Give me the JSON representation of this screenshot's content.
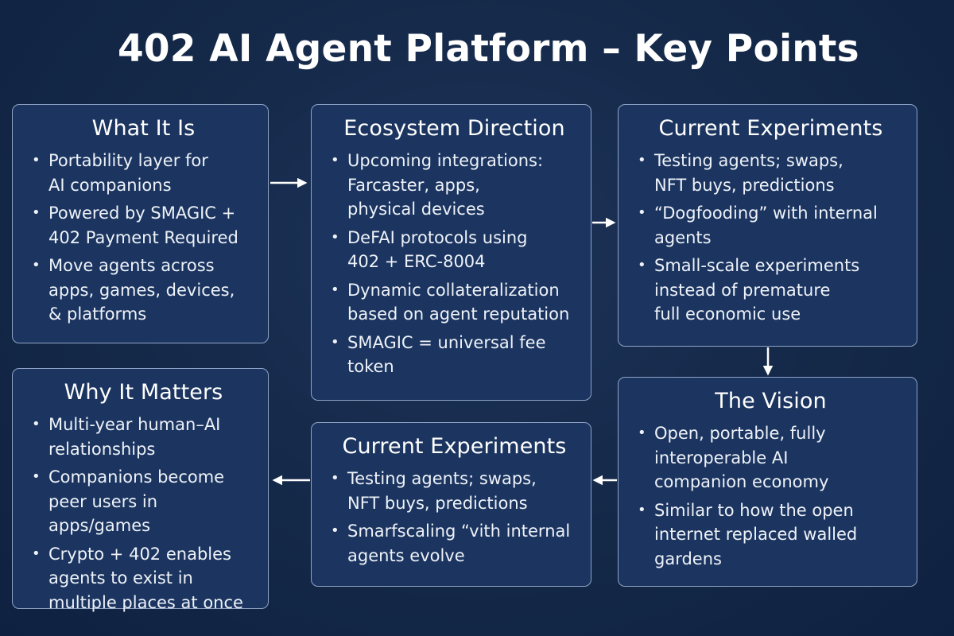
{
  "title": "402 AI Agent Platform – Key Points",
  "boxes": [
    {
      "heading": "What It Is",
      "bullets": [
        "Portability layer for\nAI companions",
        "Powered by SMAGIC +\n402 Payment Required",
        "Move agents across\napps, games, devices,\n& platforms"
      ]
    },
    {
      "heading": "Ecosystem Direction",
      "bullets": [
        "Upcoming integrations:\nFarcaster, apps,\nphysical devices",
        "DeFAI protocols using\n402 + ERC-8004",
        "Dynamic collateralization\nbased on agent reputation",
        "SMAGIC = universal fee\ntoken"
      ]
    },
    {
      "heading": "Current Experiments",
      "bullets": [
        "Testing agents; swaps,\nNFT buys, predictions",
        "“Dogfooding” with internal\nagents",
        "Small-scale experiments\ninstead of premature\nfull economic use"
      ]
    },
    {
      "heading": "Why It Matters",
      "bullets": [
        "Multi-year human–AI\nrelationships",
        "Companions become\npeer users in apps/games",
        "Crypto + 402 enables\nagents to exist in\nmultiple places at once"
      ]
    },
    {
      "heading": "Current Experiments",
      "bullets": [
        "Testing agents; swaps,\nNFT buys, predictions",
        "Smarfscaling “vith internal\nagents   evolve"
      ]
    },
    {
      "heading": "The Vision",
      "bullets": [
        "Open, portable, fully\ninteroperable AI\ncompanion economy",
        "Similar to how the open\ninternet replaced walled\ngardens"
      ]
    }
  ],
  "colors": {
    "background": "#142848",
    "box_fill": "#1c3560",
    "box_border": "#8fa3c4",
    "text": "#ffffff",
    "arrow": "#ffffff"
  }
}
